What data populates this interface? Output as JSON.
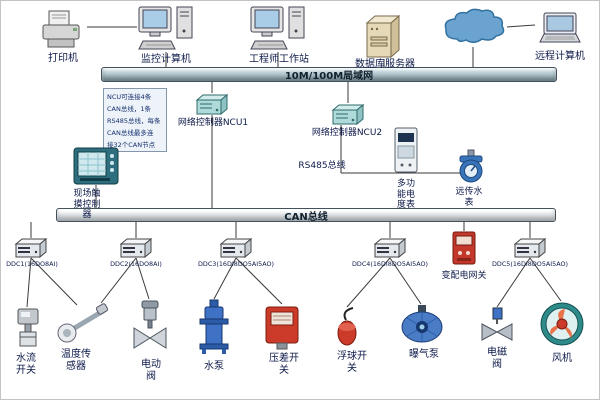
{
  "colors": {
    "accent_teal": "#2f6b6b",
    "device_red": "#cc3b2a",
    "device_blue": "#3f72c4",
    "cloud_blue": "#6aa3cf",
    "label_text": "#0d1a4a"
  },
  "buses": {
    "lan_label": "10M/100M局域网",
    "can_label": "CAN总线",
    "rs485_label": "RS485总线"
  },
  "note": {
    "line1": "NCU可连接4条",
    "line2": "CAN总线，1条",
    "line3": "RS485总线，每条",
    "line4": "CAN总线最多连",
    "line5": "接32个CAN节点"
  },
  "devices": {
    "printer": "打印机",
    "monitor_pc": "监控计算机",
    "workstation": "工程师工作站",
    "db_server": "数据库服务器",
    "remote_pc": "远程计算机",
    "ncu1": "网络控制器NCU1",
    "ncu2": "网络控制器NCU2",
    "touch_controller": "现场触摸控制器",
    "power_meter": "多功能电度表",
    "water_meter": "远传水表",
    "ddc1": "DDC1(16DO8AI)",
    "ddc2": "DDC2(16DO8AI)",
    "ddc3": "DDC3(16DI8DO5AI5AO)",
    "ddc4": "DDC4(16DI8DO5AI5AO)",
    "power_gateway": "变配电网关",
    "ddc5": "DDC5(16DI8DO5AI5AO)",
    "water_flow_switch": "水流开关",
    "temp_sensor": "温度传感器",
    "electric_valve": "电动阀",
    "water_pump": "水泵",
    "pressure_switch": "压差开关",
    "float_switch": "浮球开关",
    "aeration_pump": "曝气泵",
    "solenoid_valve": "电磁阀",
    "fan": "风机"
  }
}
